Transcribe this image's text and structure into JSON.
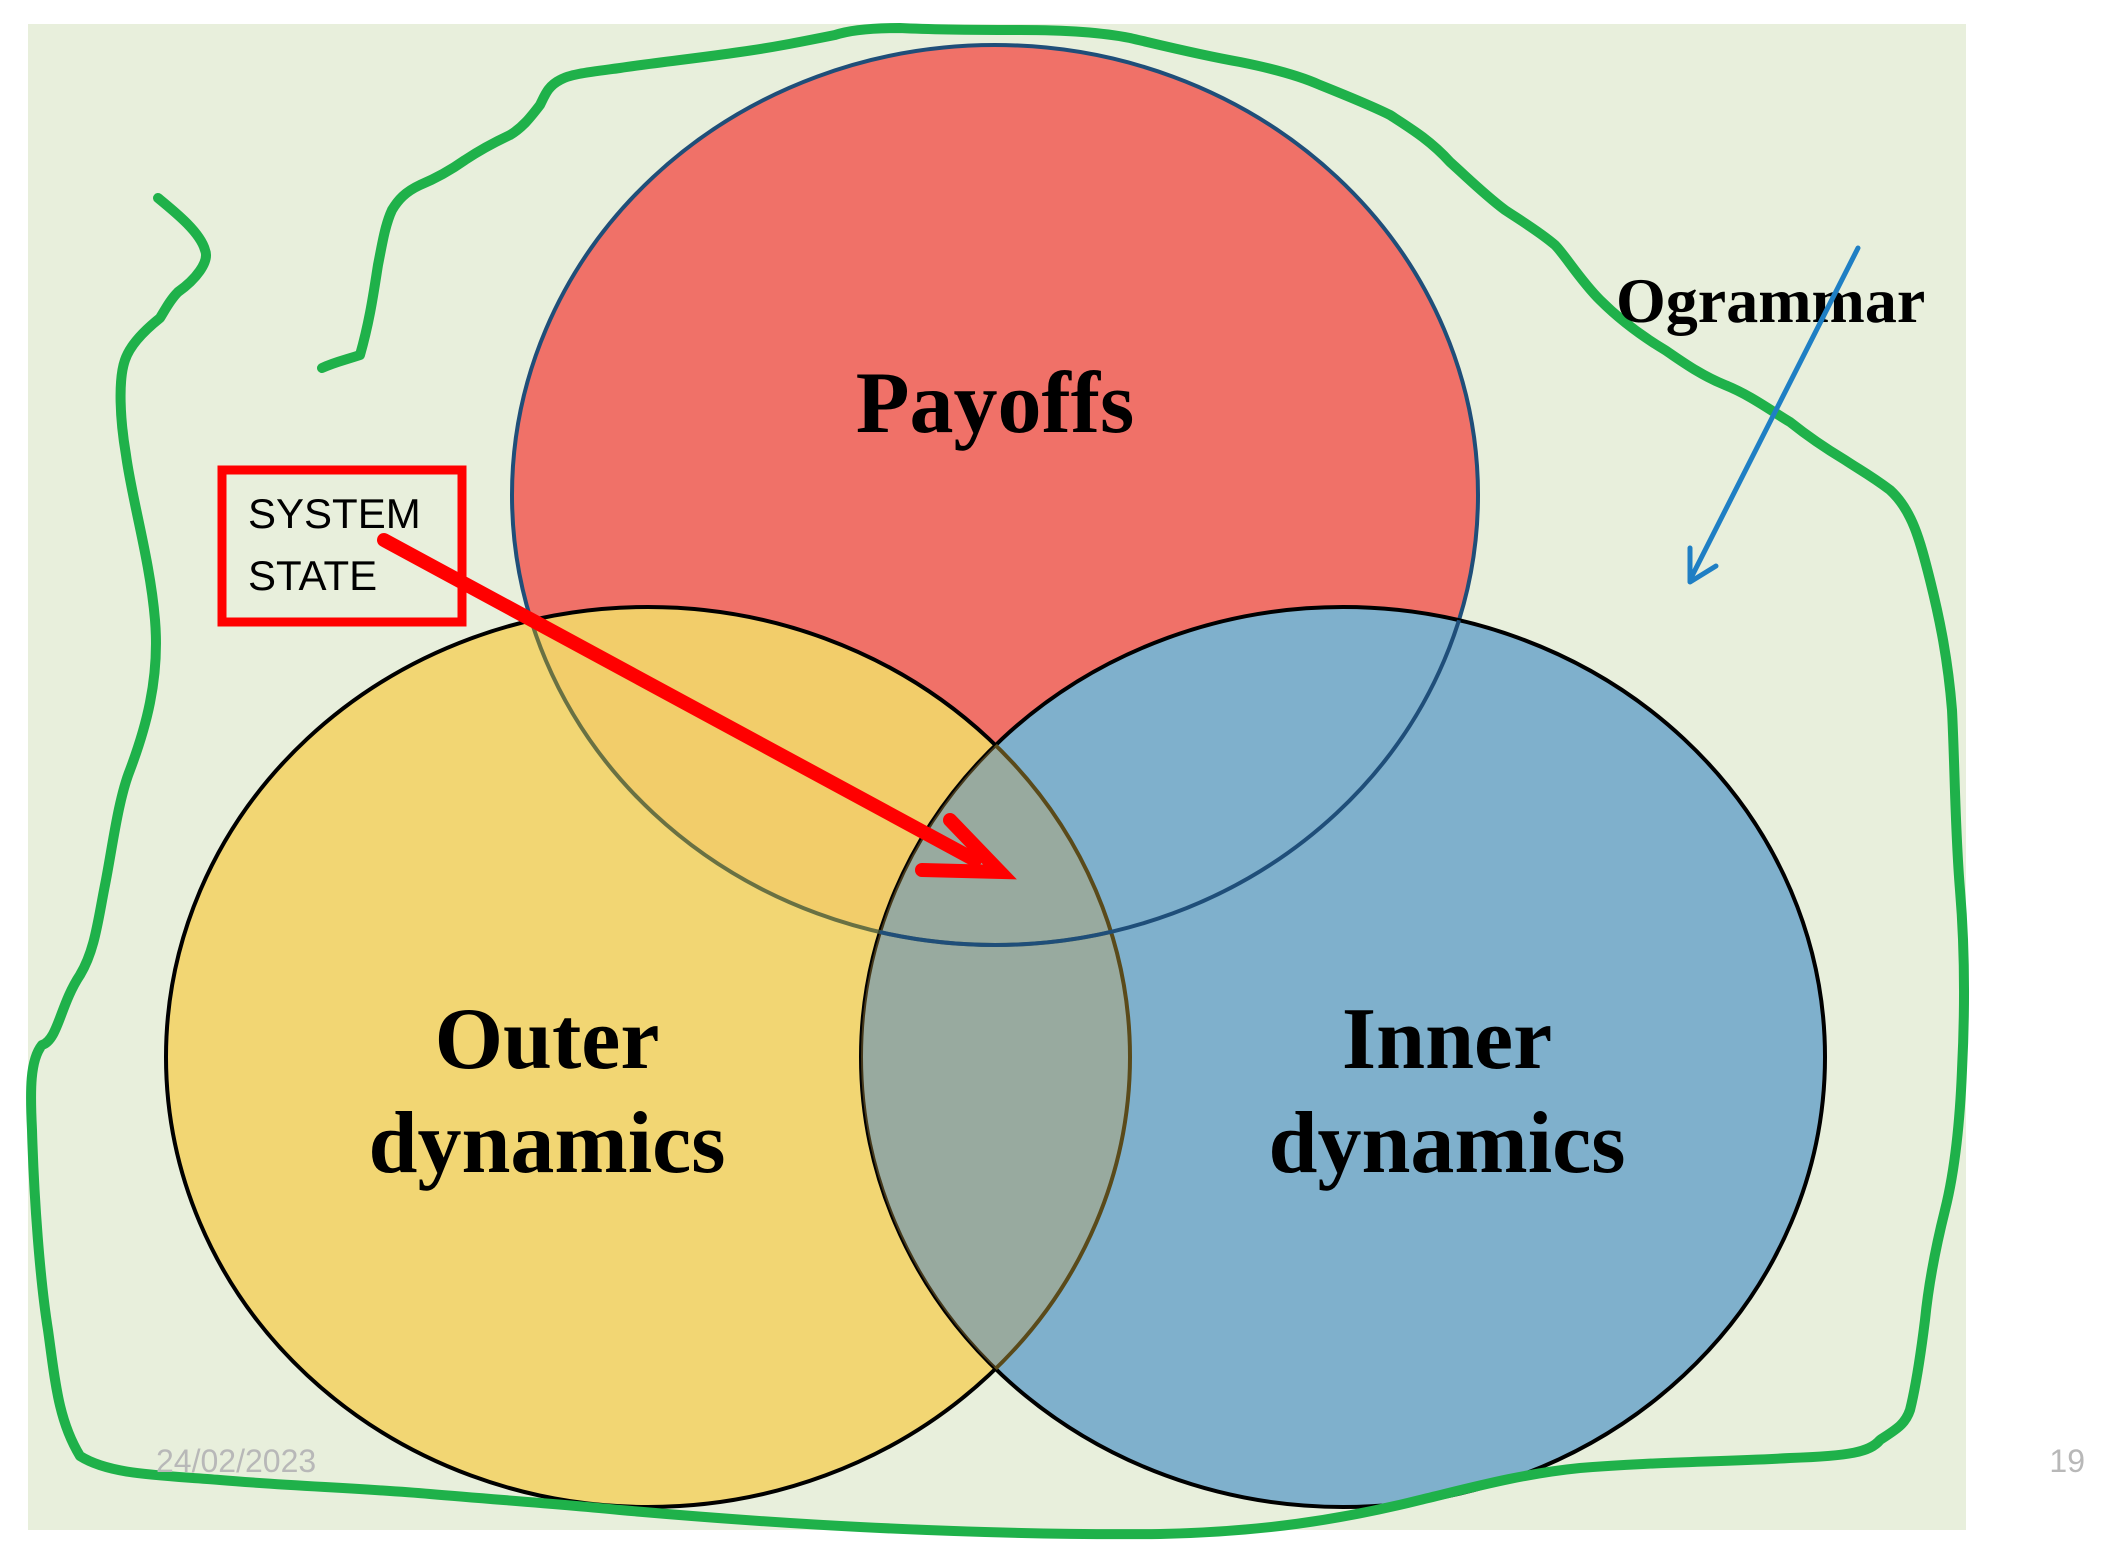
{
  "slide": {
    "background_color": "#ffffff",
    "panel_color": "#e8efdc",
    "date": "24/02/2023",
    "page_number": "19"
  },
  "circles": {
    "payoffs": {
      "label": "Payoffs",
      "fill": "#f07168",
      "stroke": "#1f4e79"
    },
    "outer": {
      "label_line1": "Outer",
      "label_line2": "dynamics",
      "fill": "#f2d46b",
      "stroke": "#000000"
    },
    "inner": {
      "label_line1": "Inner",
      "label_line2": "dynamics",
      "fill": "#7fb0cc",
      "stroke": "#000000"
    }
  },
  "system_state": {
    "line1": "SYSTEM",
    "line2": "STATE",
    "box_color": "#ff0000",
    "arrow_color": "#ff0000"
  },
  "ogrammar": {
    "label": "Ogrammar",
    "arrow_color": "#1f7fc4"
  },
  "boundary": {
    "color": "#1fb14a"
  }
}
